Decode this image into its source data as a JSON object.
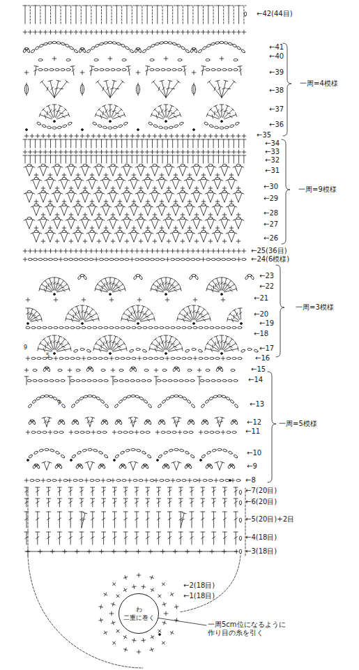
{
  "diagram": {
    "nodes": [
      {
        "text": [
          "わ",
          "二重に巻く"
        ]
      }
    ],
    "labels": [
      "←42(44目)",
      "←41",
      "←40",
      "←39",
      "一周=4模様",
      "←38",
      "←37",
      "←36",
      "←35",
      "←34",
      "←33",
      "←32",
      "←31",
      "←30",
      "一周=9模様",
      "←29",
      "←28",
      "←27",
      "←26",
      "←25(36目)",
      "←24(6模様)",
      "←23",
      "←22",
      "←21",
      "一周=3模様",
      "←20",
      "←19",
      "←18",
      "←17",
      "9",
      "5",
      "←16",
      "←15",
      "←14",
      "7",
      "←13",
      "←12",
      "一周=5模様",
      "←11",
      "←10",
      "←9",
      "←8",
      "←7(20目)",
      "←6(20目)",
      "←5(20目)+2目",
      "←4(18目)",
      "←3(18目)",
      "←2(18目)",
      "←1(18目)",
      "一周5cm位になるように 作り目の糸を引く"
    ]
  }
}
